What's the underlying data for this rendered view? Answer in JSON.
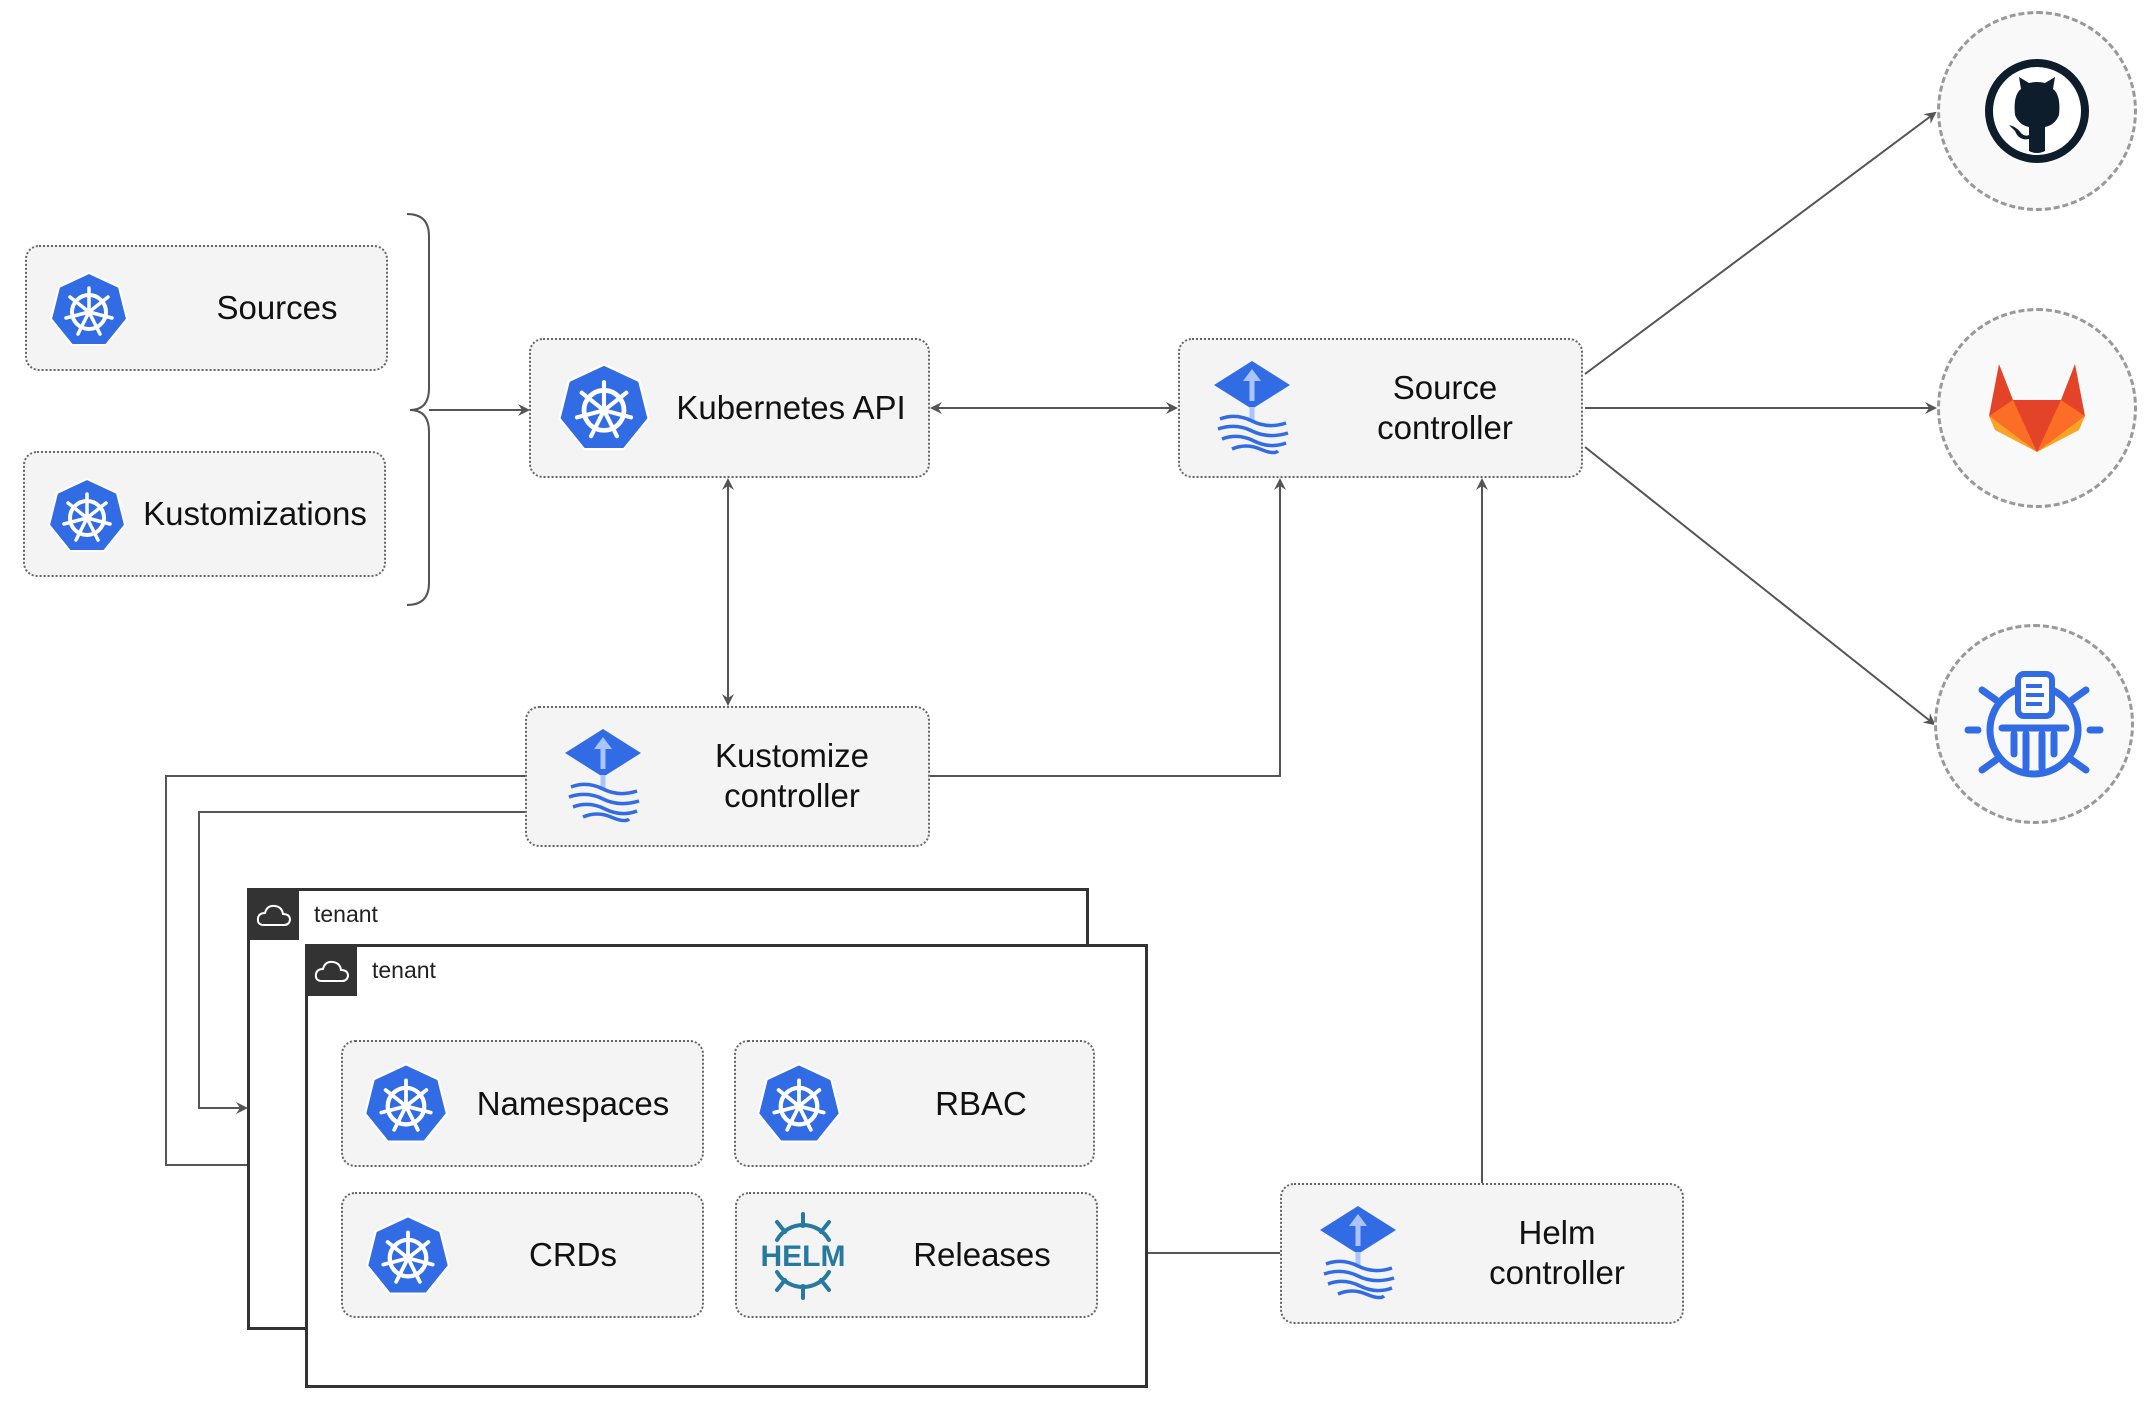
{
  "nodes": {
    "sources": "Sources",
    "kustomizations": "Kustomizations",
    "kubernetes_api": "Kubernetes API",
    "source_controller": [
      "Source",
      "controller"
    ],
    "kustomize_controller": [
      "Kustomize",
      "controller"
    ],
    "helm_controller": [
      "Helm",
      "controller"
    ],
    "namespaces": "Namespaces",
    "rbac": "RBAC",
    "crds": "CRDs",
    "releases": "Releases",
    "helm_logo_text": "HELM"
  },
  "tenants": [
    "tenant",
    "tenant"
  ],
  "external": [
    "github-icon",
    "gitlab-icon",
    "bucket-icon"
  ],
  "colors": {
    "k8s_blue": "#326ce5",
    "flux_blue": "#326ce5",
    "helm": "#277a9f",
    "gitlab_orange": "#fc6d26",
    "github_dark": "#0d1d2b"
  }
}
